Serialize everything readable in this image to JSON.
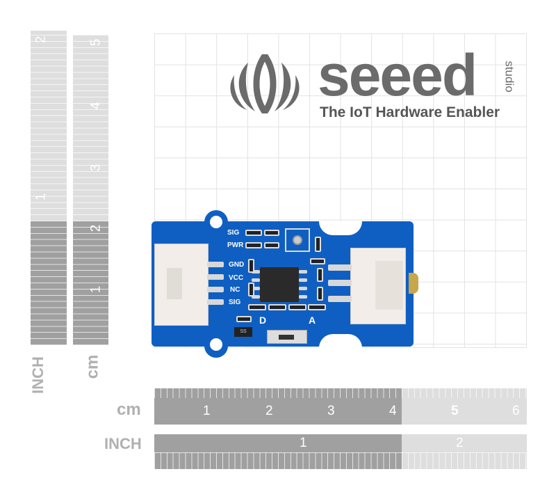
{
  "logo": {
    "brand": "seeed",
    "sub": "studio",
    "tagline": "The IoT Hardware Enabler"
  },
  "rulers": {
    "vertical_inch": {
      "unit": "INCH",
      "labels": [
        "2",
        "1"
      ]
    },
    "vertical_cm": {
      "unit": "cm",
      "labels": [
        "5",
        "4",
        "3",
        "2",
        "1"
      ]
    },
    "horizontal_cm": {
      "unit": "cm",
      "labels": [
        "1",
        "2",
        "3",
        "4",
        "5",
        "6"
      ]
    },
    "horizontal_inch": {
      "unit": "INCH",
      "labels": [
        "1",
        "2"
      ]
    }
  },
  "board": {
    "labels": {
      "sig_led": "SIG",
      "pwr_led": "PWR",
      "gnd": "GND",
      "vcc": "VCC",
      "nc": "NC",
      "sig": "SIG",
      "d": "D",
      "a": "A",
      "ss": "SS"
    }
  },
  "colors": {
    "board": "#0f5fc2",
    "ruler_dark": "#a0a0a0",
    "ruler_light": "#dedede"
  }
}
